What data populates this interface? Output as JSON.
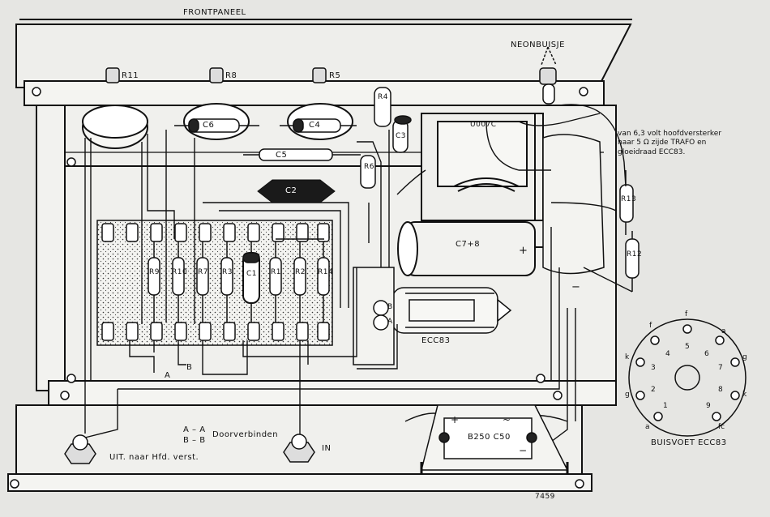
{
  "labels": {
    "front_panel": "FRONTPANEEL",
    "neon": "NEONBUISJE",
    "r11": "R11",
    "r8": "R8",
    "r5": "R5",
    "r4": "R4",
    "c6": "C6",
    "c4": "C4",
    "c3": "C3",
    "c5": "C5",
    "r6": "R6",
    "c2": "C2",
    "c78": "C7+8",
    "r9": "R9",
    "r10": "R10",
    "r7": "R7",
    "r3": "R3",
    "c1": "C1",
    "r1": "R1",
    "r2": "R2",
    "r14": "R14",
    "r13": "R13",
    "r12": "R12",
    "tube": "ECC83",
    "trafo": "U007C",
    "rect": "B250 C50",
    "a": "A",
    "b": "B",
    "pin_a": "A",
    "pin_b": "B",
    "aa": "A – A",
    "bb": "B – B",
    "connect": "Doorverbinden",
    "out": "UIT. naar Hfd. verst.",
    "in": "IN",
    "plus": "+",
    "minus": "−",
    "rect_plus": "+",
    "rect_tilde": "~",
    "rect_minus": "−",
    "figure_no": "7459",
    "note_line1": "van 6,3 volt hoofdversterker",
    "note_line2": "naar 5 Ω zijde TRAFO en",
    "note_line3": "gloeidraad ECC83."
  },
  "socket": {
    "title": "BUISVOET ECC83",
    "pins": [
      "1",
      "2",
      "3",
      "4",
      "5",
      "6",
      "7",
      "8",
      "9"
    ],
    "outer": {
      "top": "f",
      "top_left": "f",
      "top_right": "a",
      "left_upper": "k",
      "right_upper": "g",
      "left_lower": "g",
      "right_lower": "k",
      "bottom_left": "a",
      "bottom_right": "fc"
    }
  }
}
